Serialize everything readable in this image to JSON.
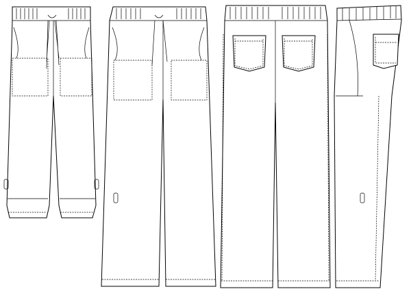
{
  "figure": {
    "type": "technical-flat-drawing",
    "views": [
      {
        "name": "front-cropped-rolled"
      },
      {
        "name": "front-full-length"
      },
      {
        "name": "back"
      },
      {
        "name": "side"
      }
    ],
    "line_color": "#000000",
    "background": "#ffffff"
  }
}
